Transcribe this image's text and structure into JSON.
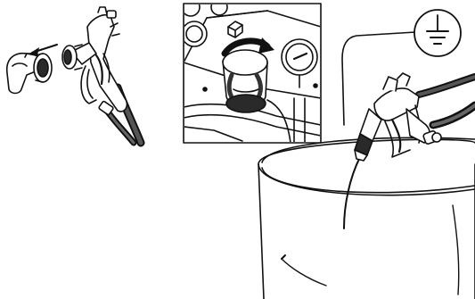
{
  "figure": {
    "panels": [
      {
        "name": "remove-tip-guard",
        "shows": "spray-gun-with-tip-guard-removed"
      },
      {
        "name": "turn-prime-valve",
        "shows": "prime-valve-knob-turned"
      },
      {
        "name": "ground-and-flush",
        "shows": "spray-gun-aimed-into-grounded-metal-pail"
      }
    ],
    "icons": [
      "arrow-left-icon",
      "rotate-arrow-icon",
      "ground-symbol-icon"
    ],
    "colors": {
      "line": "#111111",
      "fill": "#ffffff",
      "shade": "#2a2a2a"
    }
  }
}
